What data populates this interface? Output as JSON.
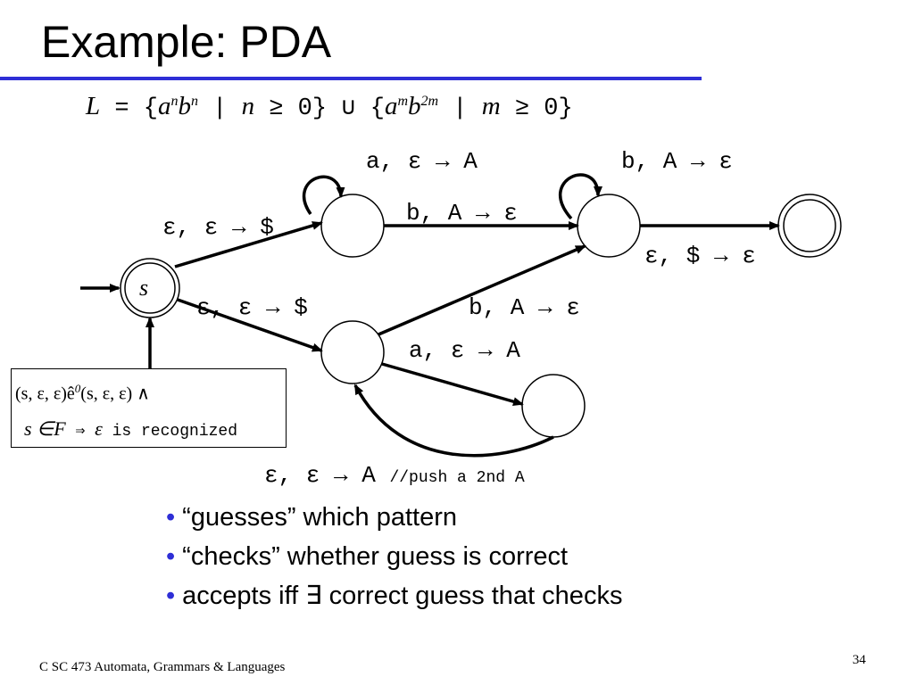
{
  "slide": {
    "title": "Example: PDA",
    "language_def": {
      "l": "L",
      "eq": " = {",
      "a1": "a",
      "n1": "n",
      "b1": "b",
      "n2": "n",
      "mid1": " | ",
      "n3": "n",
      "geq1": " ≥ 0} ∪ {",
      "a2": "a",
      "m1": "m",
      "b2": "b",
      "twom": "2m",
      "mid2": " | ",
      "m2": "m",
      "geq2": " ≥ 0}"
    },
    "start_state_label": "s",
    "transitions": {
      "loop_top_left": "a, ε → A",
      "loop_top_right": "b, A → ε",
      "start_to_upper": "ε, ε → $",
      "upper_to_mid": "b, A → ε",
      "mid_to_final": "ε, $ → ε",
      "start_to_lower": "ε, ε → $",
      "lower_to_mid": "b, A → ε",
      "lower_to_extra": "a, ε → A",
      "extra_to_lower": "ε, ε → A",
      "extra_comment": "//push a 2nd A"
    },
    "acceptance_box": {
      "line1_a": "(s, ε, ε)",
      "line1_turnstile": "ê",
      "line1_sup": "0",
      "line1_b": "(s, ε, ε) ∧",
      "line2_s": "s ∈F",
      "line2_arrow": " ⇒ ",
      "line2_eps": "ε",
      "line2_text": " is recognized"
    },
    "bullets": [
      "“guesses” which pattern",
      "“checks” whether guess is correct",
      "accepts iff  ∃ correct guess that checks"
    ],
    "footer": "C SC 473 Automata, Grammars & Languages",
    "page_number": "34",
    "colors": {
      "accent": "#2e2ed6",
      "text": "#000000"
    }
  }
}
